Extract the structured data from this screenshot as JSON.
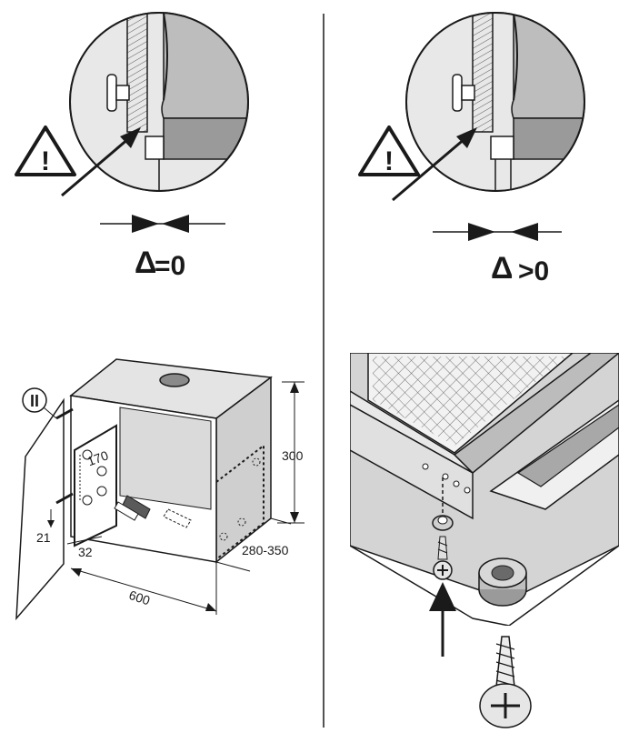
{
  "panels": {
    "top_left": {
      "delta_symbol": "Δ",
      "condition": "=0",
      "warning_mark": "!"
    },
    "top_right": {
      "delta_symbol": "Δ",
      "condition": ">0",
      "warning_mark": "!"
    },
    "bottom_left": {
      "marker": "II",
      "dimensions": {
        "height": "300",
        "width": "600",
        "depth": "280-350",
        "hole_spacing": "170",
        "side_offset": "32",
        "bottom_offset": "21"
      }
    },
    "bottom_right": {}
  },
  "colors": {
    "line": "#1a1a1a",
    "shade": "#c8c8c8",
    "shade_dark": "#9a9a9a",
    "shade_light": "#e6e6e6",
    "paper": "#ffffff"
  },
  "icons": [
    "warning-triangle-icon",
    "arrow-icon",
    "screw-icon",
    "wall-plug-icon",
    "spacer-icon"
  ]
}
